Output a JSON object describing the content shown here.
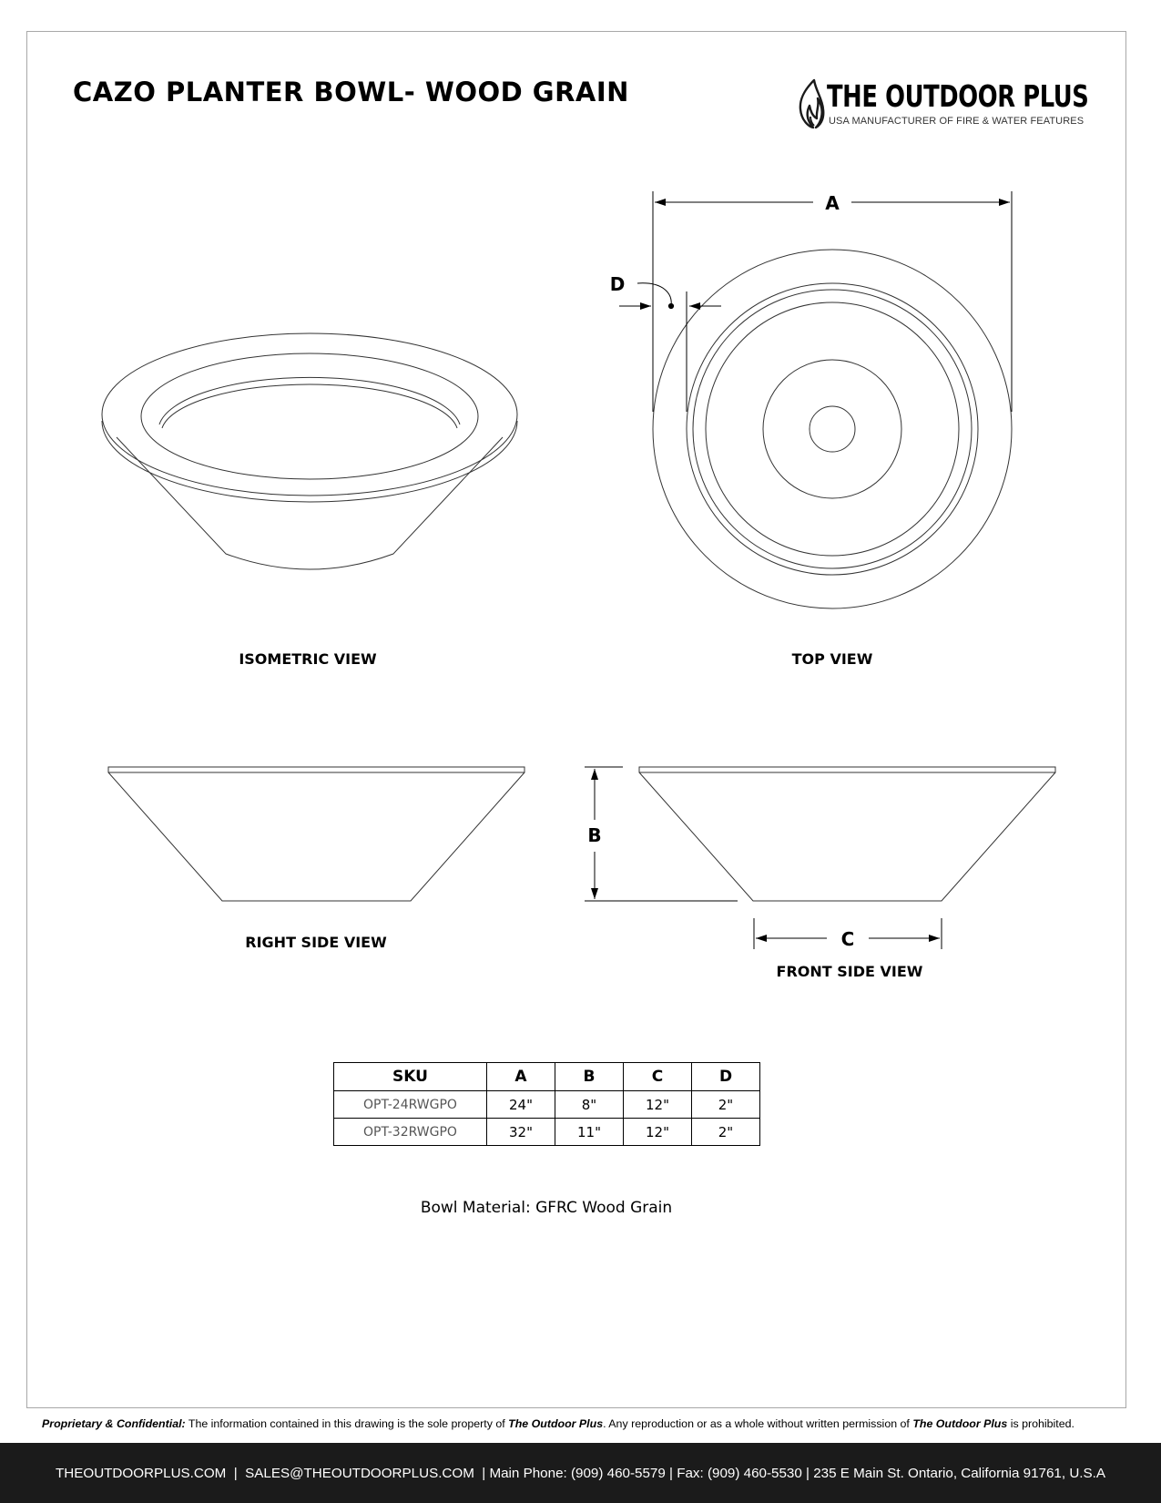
{
  "header": {
    "title": "CAZO PLANTER BOWL- WOOD GRAIN",
    "logo_name": "THE OUTDOOR PLUS",
    "logo_tagline": "USA MANUFACTURER OF FIRE & WATER FEATURES"
  },
  "views": {
    "isometric": "ISOMETRIC VIEW",
    "top": "TOP VIEW",
    "right_side": "RIGHT SIDE VIEW",
    "front_side": "FRONT SIDE VIEW"
  },
  "dimension_letters": {
    "a": "A",
    "b": "B",
    "c": "C",
    "d": "D"
  },
  "spec_table": {
    "headers": [
      "SKU",
      "A",
      "B",
      "C",
      "D"
    ],
    "rows": [
      [
        "OPT-24RWGPO",
        "24\"",
        "8\"",
        "12\"",
        "2\""
      ],
      [
        "OPT-32RWGPO",
        "32\"",
        "11\"",
        "12\"",
        "2\""
      ]
    ]
  },
  "material": "Bowl Material: GFRC Wood Grain",
  "notice": {
    "lead": "Proprietary & Confidential:",
    "part1": " The information contained in this drawing is the sole property of ",
    "company": "The Outdoor Plus",
    "part2": ". Any reproduction or as a whole without written permission of ",
    "part3": " is prohibited."
  },
  "footer": {
    "text": "THEOUTDOORPLUS.COM  |  SALES@THEOUTDOORPLUS.COM  | Main Phone: (909) 460-5579 | Fax: (909) 460-5530 | 235 E Main St. Ontario, California 91761, U.S.A"
  }
}
